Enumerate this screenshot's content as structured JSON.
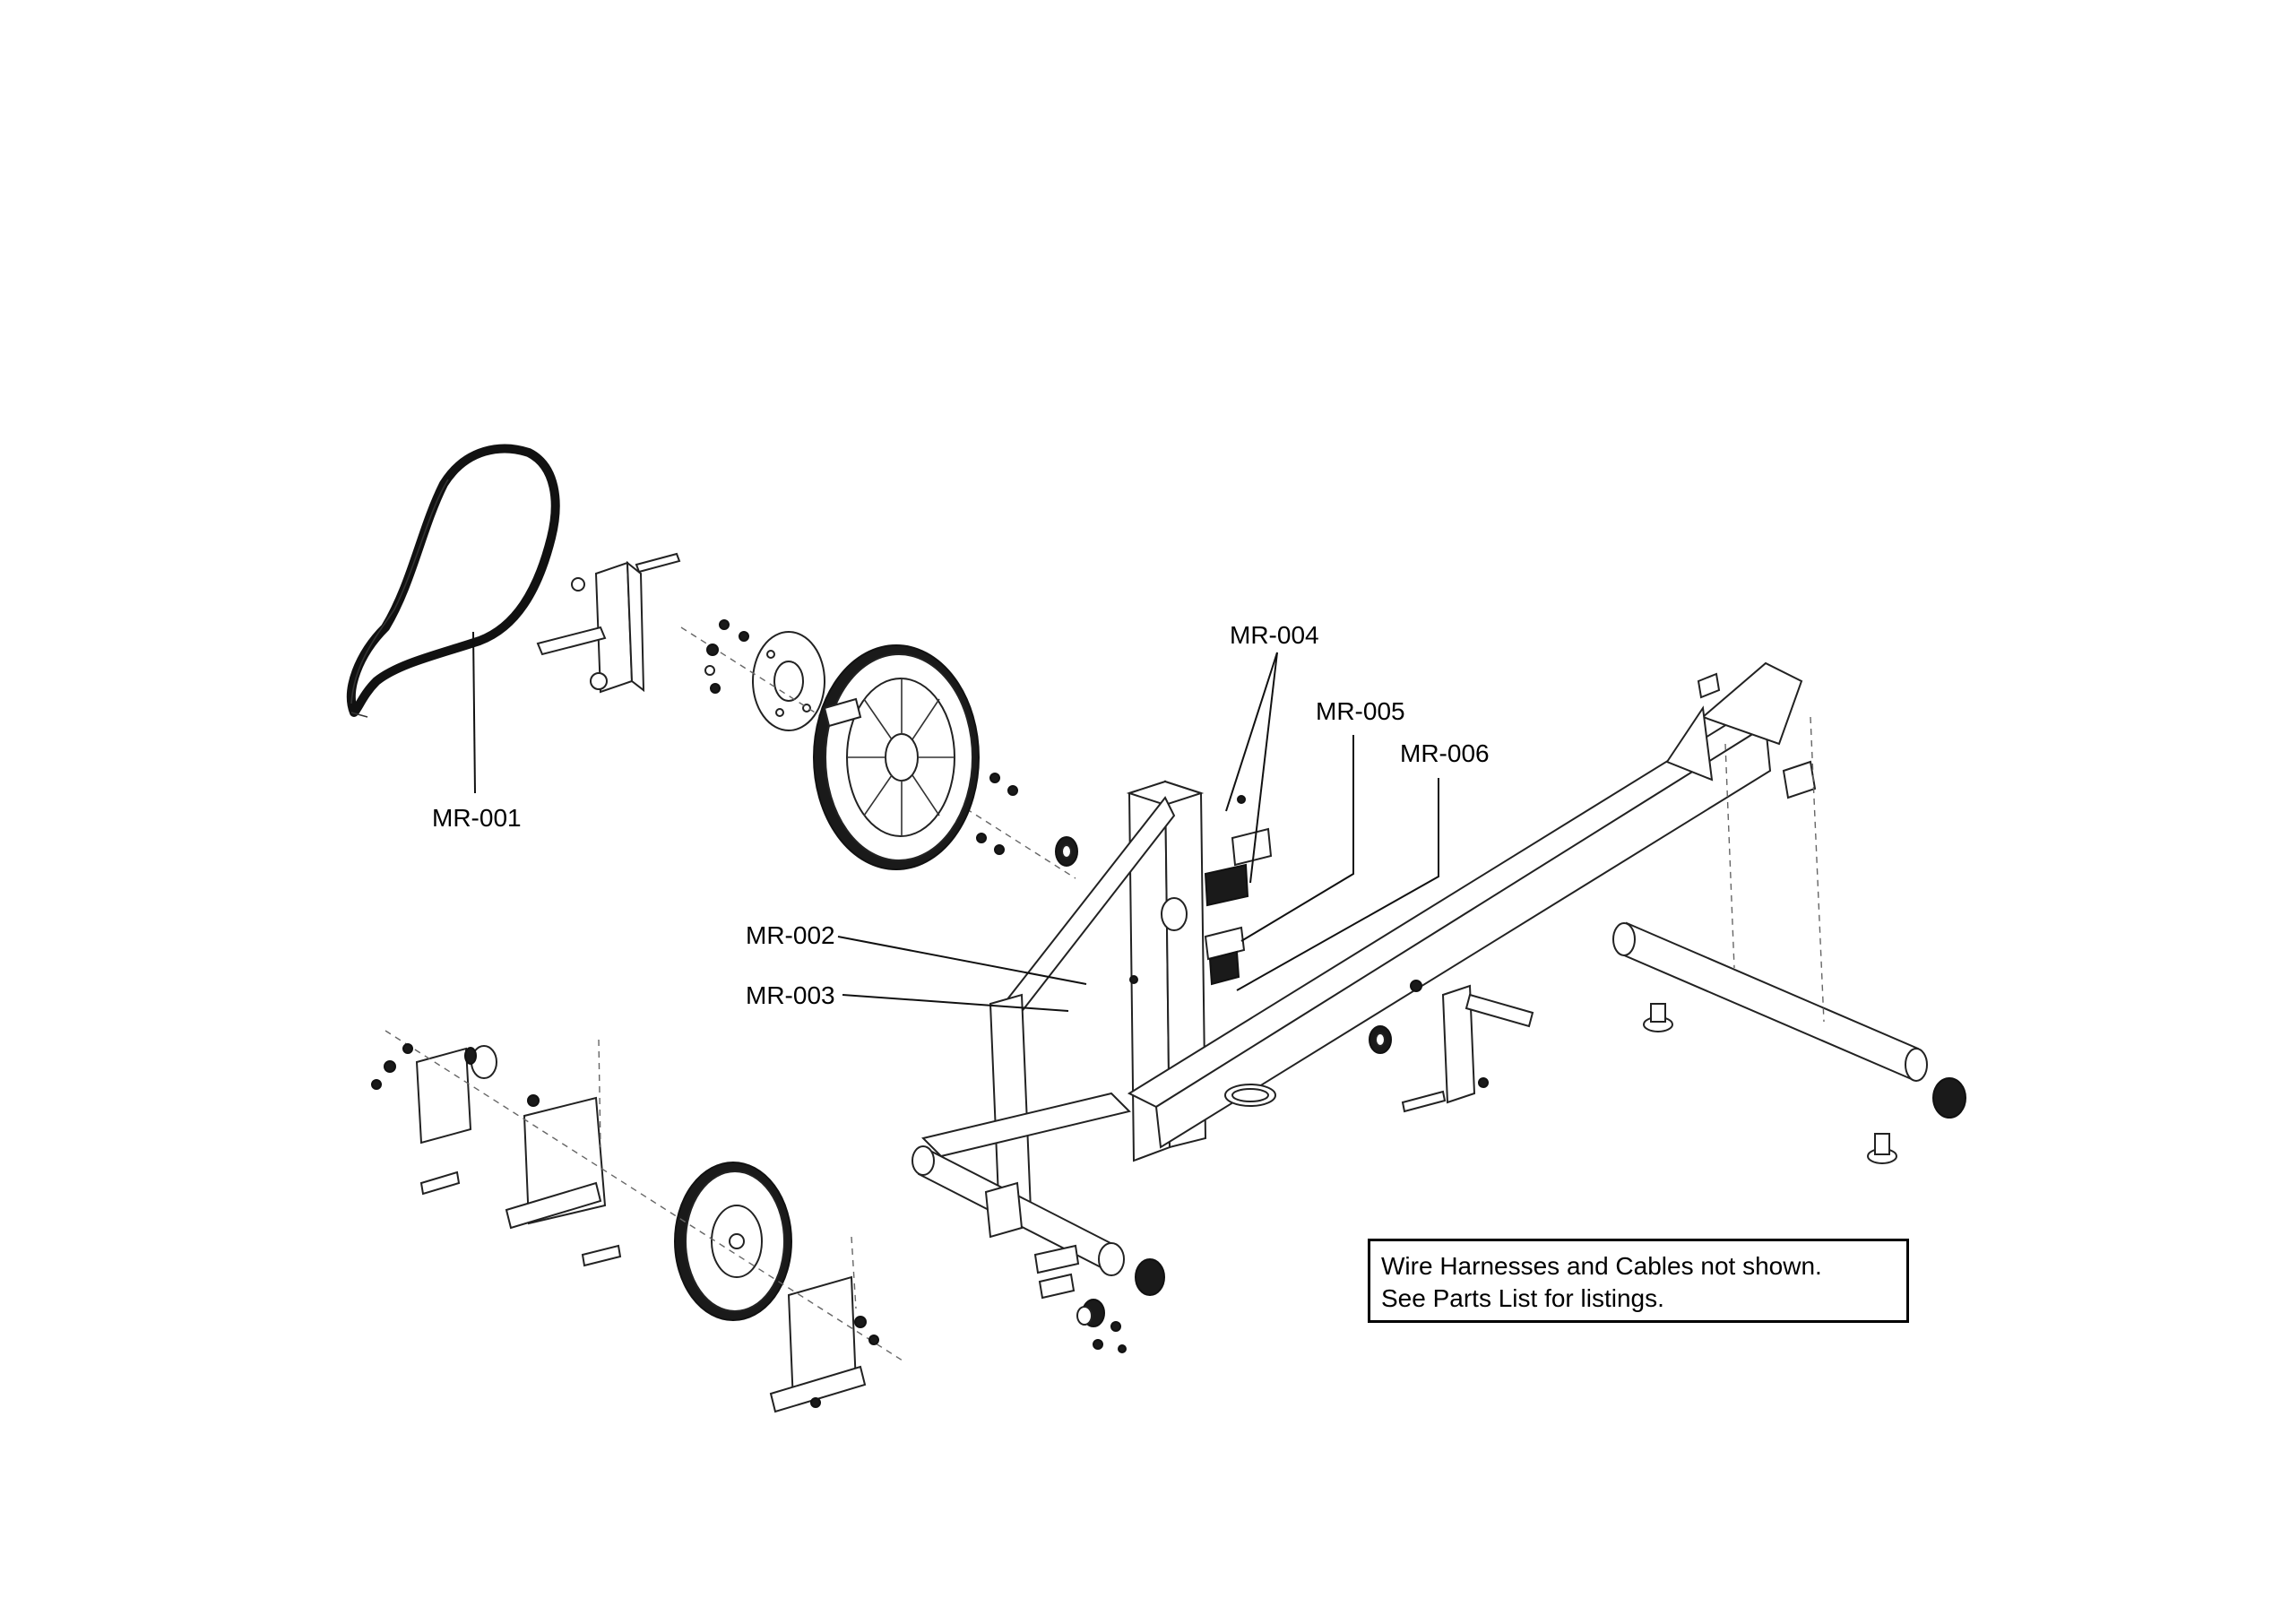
{
  "callouts": [
    {
      "id": "MR-001",
      "label": "MR-001"
    },
    {
      "id": "MR-002",
      "label": "MR-002"
    },
    {
      "id": "MR-003",
      "label": "MR-003"
    },
    {
      "id": "MR-004",
      "label": "MR-004"
    },
    {
      "id": "MR-005",
      "label": "MR-005"
    },
    {
      "id": "MR-006",
      "label": "MR-006"
    }
  ],
  "note": {
    "line1": "Wire Harnesses and Cables not shown.",
    "line2": "See Parts List for listings."
  }
}
